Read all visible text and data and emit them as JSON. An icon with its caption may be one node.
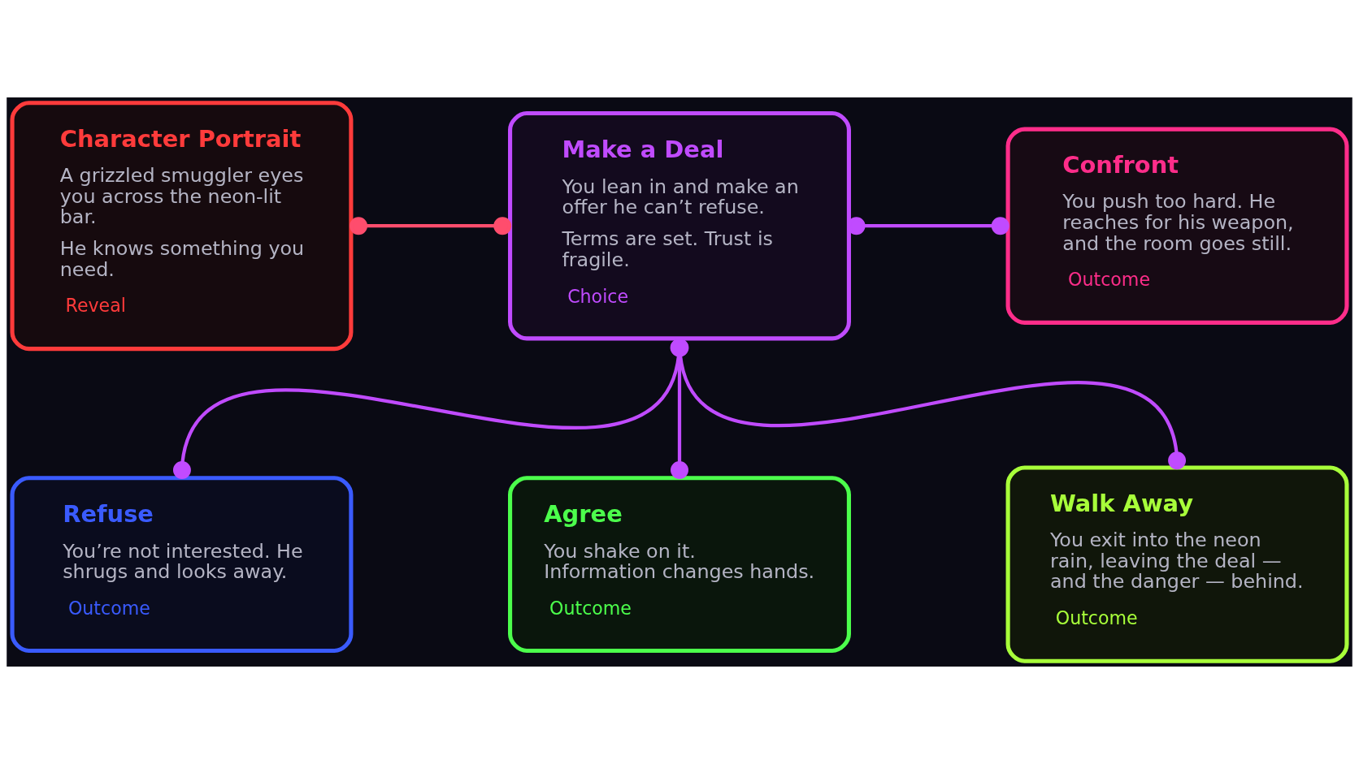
{
  "diagram": {
    "nodes": [
      {
        "text": [
          "Character Portrait",
          "A grizzled smuggler eyes you across the neon-lit bar.",
          "He knows something you need.",
          "Reveal"
        ]
      },
      {
        "text": [
          "Make a Deal",
          "You lean in and make an offer he can’t refuse.",
          "Terms are set. Trust is fragile.",
          "Choice"
        ]
      },
      {
        "text": [
          "Confront",
          "You push too hard. He reaches for his weapon, and the room goes still.",
          "Outcome"
        ]
      },
      {
        "text": [
          "Refuse",
          "You’re not interested. He shrugs and looks away.",
          "Outcome"
        ]
      },
      {
        "text": [
          "Agree",
          "You shake on it. Information changes hands.",
          "Outcome"
        ]
      },
      {
        "text": [
          "Walk Away",
          "You exit into the neon rain, leaving the deal — and the danger — behind.",
          "Outcome"
        ]
      }
    ],
    "edges": [
      {
        "from": 0,
        "to": 1,
        "arrow": "other",
        "color": "#ff4d6d"
      },
      {
        "from": 1,
        "to": 2,
        "arrow": "other"
      },
      {
        "from": 1,
        "to": 3,
        "arrow": "other"
      },
      {
        "from": 1,
        "to": 4,
        "arrow": "other"
      },
      {
        "from": 1,
        "to": 5,
        "arrow": "other"
      }
    ]
  }
}
